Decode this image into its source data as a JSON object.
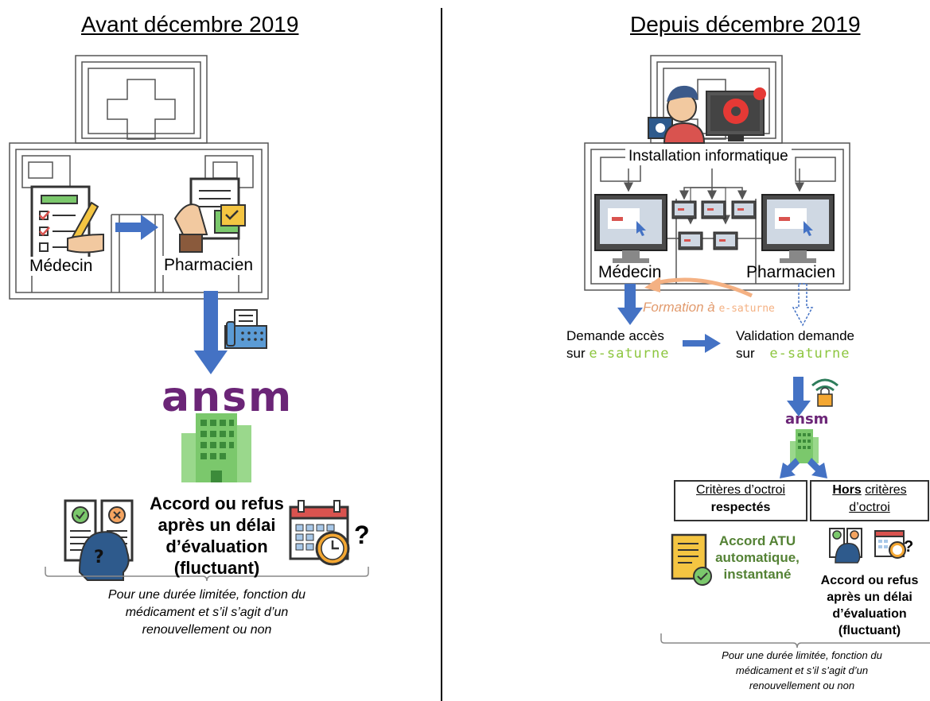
{
  "left": {
    "title": "Avant décembre 2019",
    "medecin_label": "Médecin",
    "pharmacien_label": "Pharmacien",
    "logo_text": "ansm",
    "result_lines": [
      "Accord ou refus",
      "après un délai",
      "d’évaluation",
      "(fluctuant)"
    ],
    "question_mark": "?",
    "note_lines": [
      "Pour une durée limitée, fonction du",
      "médicament et s’il s’agit d’un",
      "renouvellement ou non"
    ]
  },
  "right": {
    "title": "Depuis décembre 2019",
    "install_label": "Installation informatique",
    "medecin_label": "Médecin",
    "pharmacien_label": "Pharmacien",
    "formation_label": "Formation à",
    "formation_brand": "e-saturne",
    "demande_line1": "Demande accès",
    "demande_line2": "sur",
    "validation_line1": "Validation demande",
    "validation_line2": "sur",
    "brand": "e-saturne",
    "logo_text": "ansm",
    "box1_line1": "Critères d’octroi",
    "box1_line2": "respectés",
    "box2_bold": "Hors",
    "box2_line1_rest": "critères",
    "box2_line2": "d’octroi",
    "accord_auto_lines": [
      "Accord ATU",
      "automatique,",
      "instantané"
    ],
    "result_lines": [
      "Accord ou refus",
      "après un délai",
      "d’évaluation",
      "(fluctuant)"
    ],
    "question_mark": "?",
    "note_lines": [
      "Pour une durée limitée, fonction du",
      "médicament et s’il s’agit d’un",
      "renouvellement ou non"
    ]
  },
  "colors": {
    "arrow_blue": "#4472c4",
    "ansm_purple": "#6b2577",
    "building_green": "#7bc86c",
    "accord_green": "#548235",
    "formation_orange": "#e29b6e",
    "brand_lime": "#8dc63f",
    "brand_purple": "#7a3d8f"
  }
}
